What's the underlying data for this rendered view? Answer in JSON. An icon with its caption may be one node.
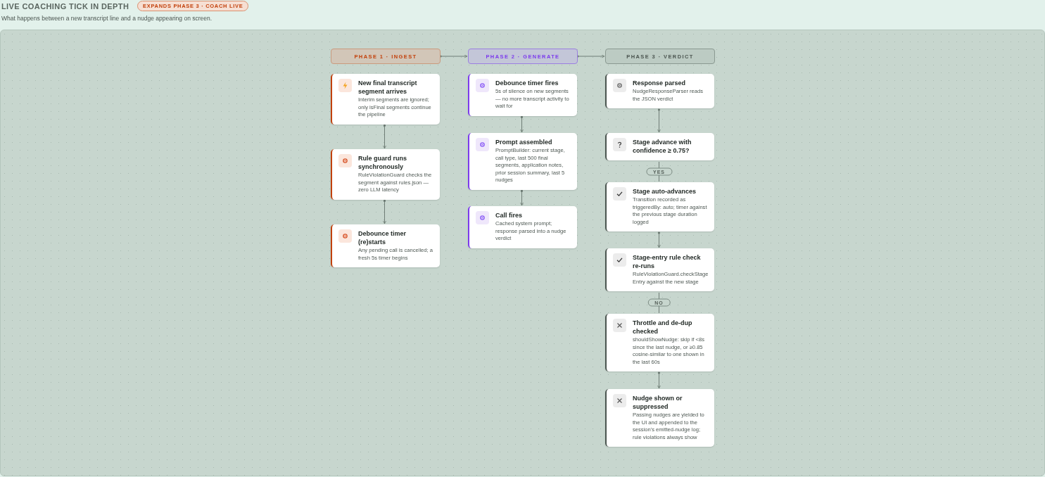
{
  "diagram": {
    "title": "LIVE COACHING TICK IN DEPTH",
    "caption": "What happens between a new transcript line and a nudge appearing on screen.",
    "nodes": [
      {
        "text": [
          "PHASE 1 · INGEST"
        ]
      },
      {
        "text": [
          "New final transcript segment arrives",
          "Interim segments are ignored; only isFinal segments continue the pipeline"
        ]
      },
      {
        "text": [
          "Rule guard runs synchronously",
          "RuleViolationGuard checks the segment against rules.json — zero LLM latency"
        ]
      },
      {
        "text": [
          "Debounce timer (re)starts",
          "Any pending call is cancelled; a fresh 5s timer begins"
        ]
      },
      {
        "text": [
          "PHASE 2 · GENERATE"
        ]
      },
      {
        "text": [
          "Debounce timer fires",
          "5s of silence on new segments — no more transcript activity to wait for"
        ]
      },
      {
        "text": [
          "Prompt assembled",
          "PromptBuilder: current stage, call type, last 500 final segments, application notes, prior session summary, last 5 nudges"
        ]
      },
      {
        "text": [
          "Call fires",
          "Cached system prompt; response parsed into a nudge verdict"
        ]
      },
      {
        "text": [
          "PHASE 3 · VERDICT"
        ]
      },
      {
        "text": [
          "Response parsed",
          "NudgeResponseParser reads the JSON verdict"
        ]
      },
      {
        "text": [
          "Stage advance with confidence ≥ 0.75?"
        ]
      },
      {
        "text": [
          "Stage auto-advances",
          "Transition recorded as triggeredBy: auto; timer against the previous stage duration logged"
        ]
      },
      {
        "text": [
          "Stage-entry rule check re-runs",
          "RuleViolationGuard.checkStageEntry against the new stage"
        ]
      },
      {
        "text": [
          "Throttle and de-dup checked",
          "shouldShowNudge: skip if <8s since the last nudge, or ≥0.85 cosine-similar to one shown in the last 60s"
        ]
      },
      {
        "text": [
          "Nudge shown or suppressed",
          "Passing nudges are yielded to the UI and appended to the session's emitted-nudge log; rule violations always show"
        ]
      }
    ],
    "edges": [
      {
        "from": 0,
        "to": 4,
        "arrow": "to"
      },
      {
        "from": 4,
        "to": 8,
        "arrow": "to"
      },
      {
        "from": 1,
        "to": 2,
        "arrow": "to"
      },
      {
        "from": 2,
        "to": 3,
        "arrow": "to"
      },
      {
        "from": 5,
        "to": 6,
        "arrow": "to"
      },
      {
        "from": 6,
        "to": 7,
        "arrow": "to"
      },
      {
        "from": 9,
        "to": 10,
        "arrow": "to"
      },
      {
        "from": 10,
        "to": 11,
        "arrow": "none",
        "label": "YES"
      },
      {
        "from": 11,
        "to": 12,
        "arrow": "to"
      },
      {
        "from": 12,
        "to": 13,
        "arrow": "none",
        "label": "NO"
      },
      {
        "from": 13,
        "to": 14,
        "arrow": "to"
      }
    ],
    "labels": [
      "EXPANDS PHASE 3 · COACH LIVE"
    ]
  }
}
